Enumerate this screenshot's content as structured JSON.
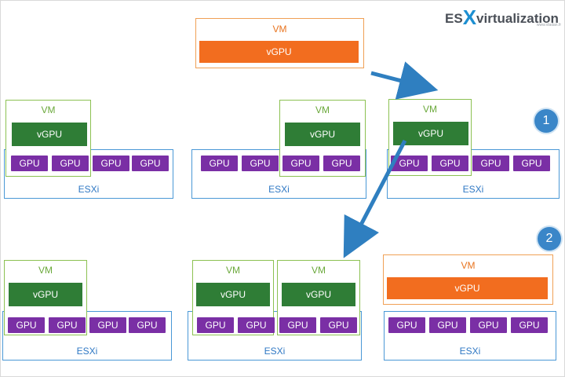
{
  "logo": {
    "prefix": "ES",
    "x": "X",
    "suffix": "virtualization",
    "url": "www.vladan.fr"
  },
  "labels": {
    "vm": "VM",
    "vgpu": "vGPU",
    "gpu": "GPU",
    "esxi": "ESXi"
  },
  "steps": [
    "1",
    "2"
  ],
  "colors": {
    "esxi_border": "#4a98d6",
    "gpu": "#7a2fa5",
    "vgpu_green": "#2f7d36",
    "vgpu_orange": "#f26d1f",
    "vm_green_border": "#8cc152",
    "vm_orange_border": "#f0a055",
    "arrow": "#2f7fc0"
  }
}
